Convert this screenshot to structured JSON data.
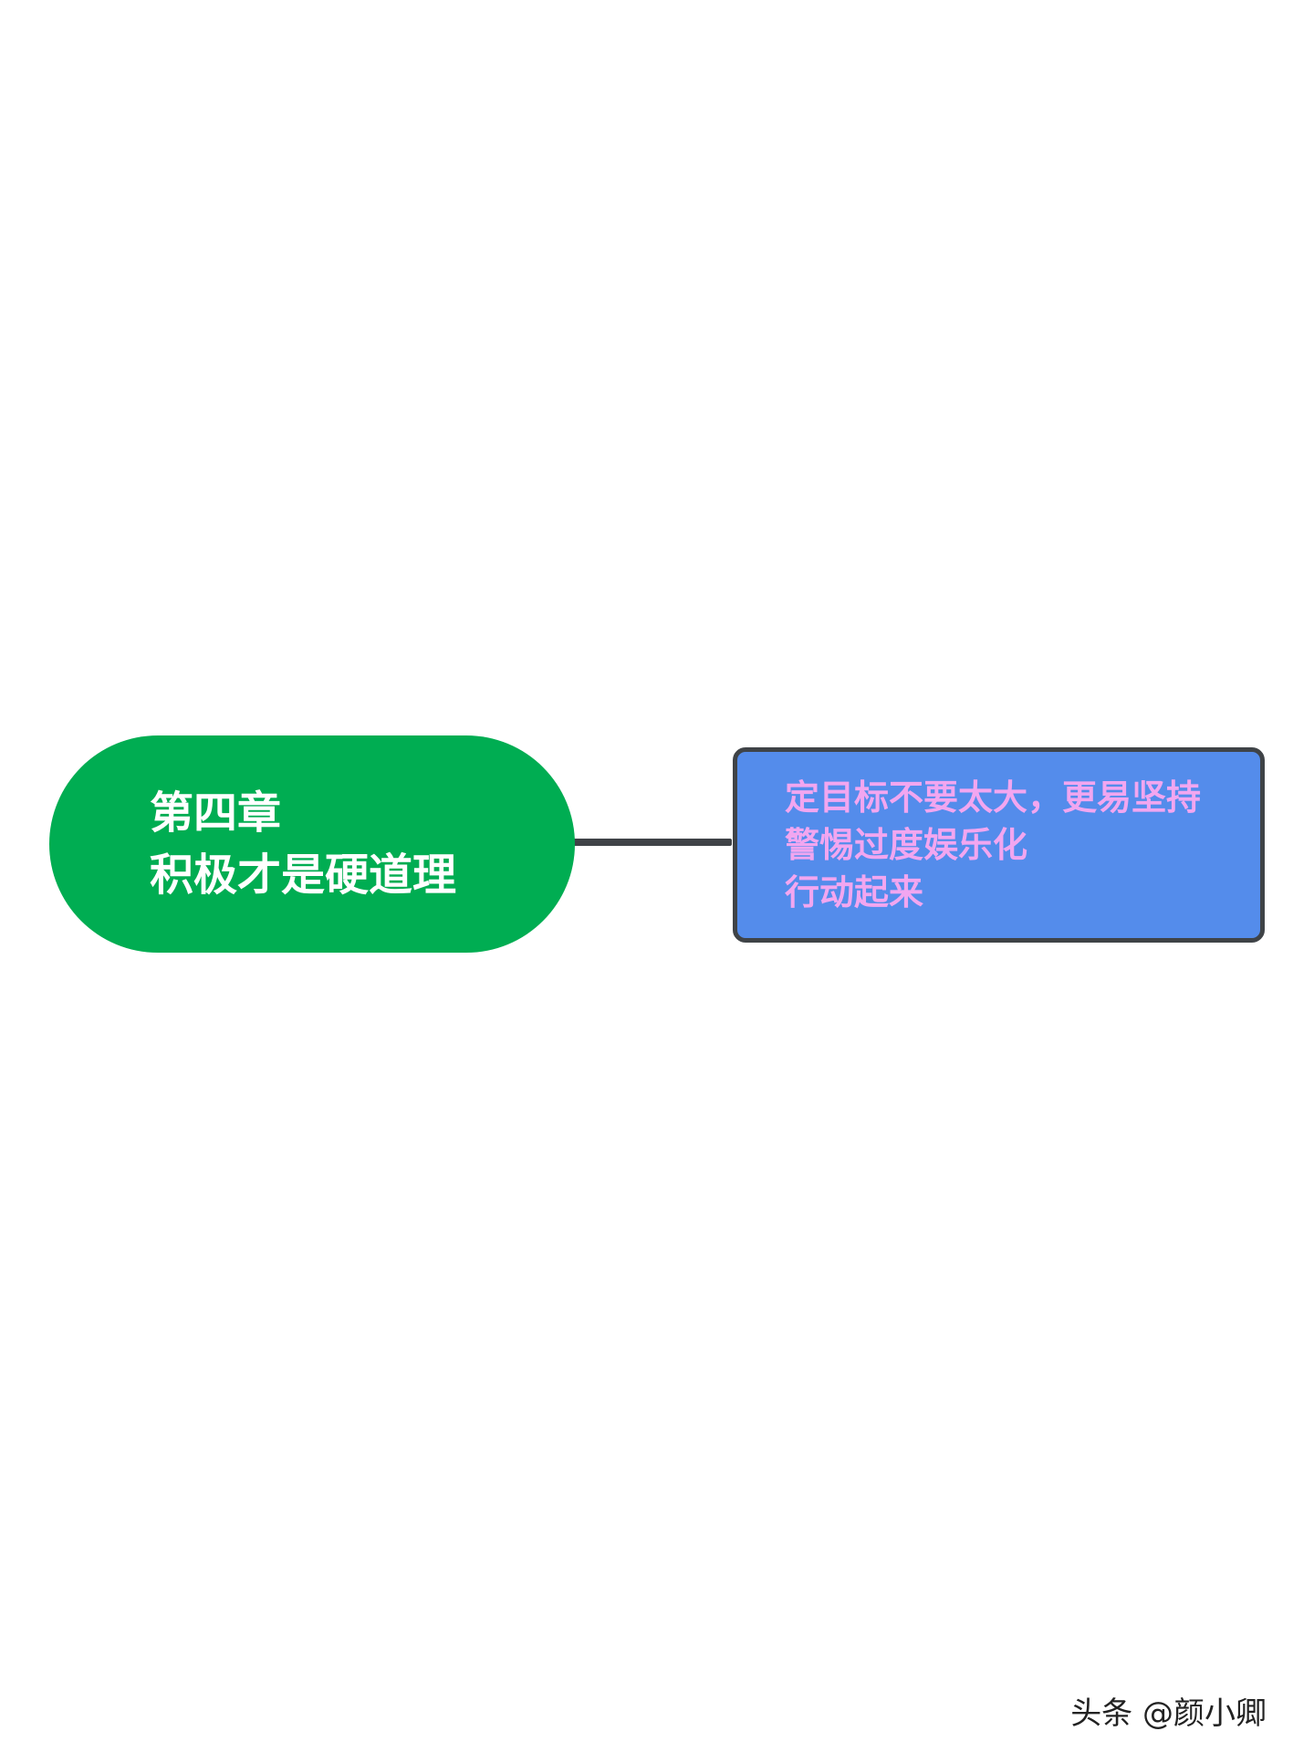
{
  "diagram": {
    "root": {
      "lines": [
        "第四章",
        "积极才是硬道理"
      ]
    },
    "children": [
      {
        "lines": [
          "定目标不要太大，更易坚持",
          "警惕过度娱乐化",
          "行动起来"
        ]
      }
    ]
  },
  "watermark": {
    "text": "头条 @颜小卿"
  },
  "colors": {
    "root_fill": "#00ad52",
    "child_fill": "#548ceb",
    "child_text": "#f2a6f0",
    "connector": "#3f4347"
  }
}
